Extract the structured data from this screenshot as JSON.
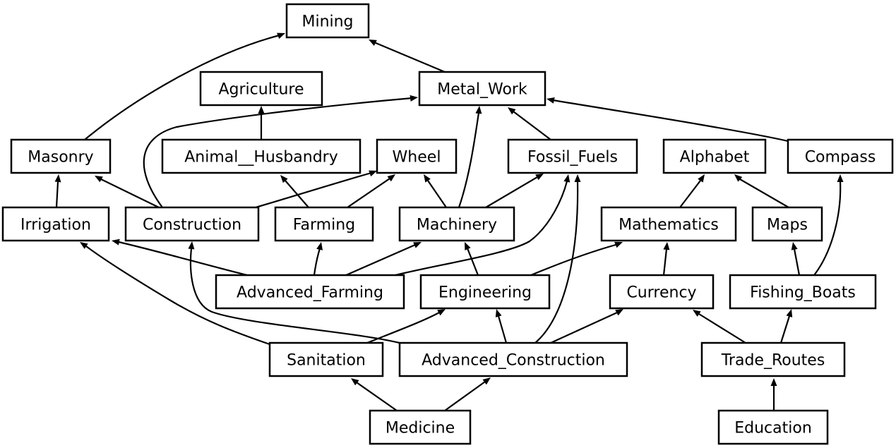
{
  "colors": {
    "stroke": "#000000",
    "background": "#ffffff"
  },
  "nodes": [
    {
      "id": "Mining",
      "label": "Mining"
    },
    {
      "id": "Agriculture",
      "label": "Agriculture"
    },
    {
      "id": "Metal_Work",
      "label": "Metal_Work"
    },
    {
      "id": "Masonry",
      "label": "Masonry"
    },
    {
      "id": "Animal_Husbandry",
      "label": "Animal__Husbandry"
    },
    {
      "id": "Wheel",
      "label": "Wheel"
    },
    {
      "id": "Fossil_Fuels",
      "label": "Fossil_Fuels"
    },
    {
      "id": "Alphabet",
      "label": "Alphabet"
    },
    {
      "id": "Compass",
      "label": "Compass"
    },
    {
      "id": "Irrigation",
      "label": "Irrigation"
    },
    {
      "id": "Construction",
      "label": "Construction"
    },
    {
      "id": "Farming",
      "label": "Farming"
    },
    {
      "id": "Machinery",
      "label": "Machinery"
    },
    {
      "id": "Mathematics",
      "label": "Mathematics"
    },
    {
      "id": "Maps",
      "label": "Maps"
    },
    {
      "id": "Advanced_Farming",
      "label": "Advanced_Farming"
    },
    {
      "id": "Engineering",
      "label": "Engineering"
    },
    {
      "id": "Currency",
      "label": "Currency"
    },
    {
      "id": "Fishing_Boats",
      "label": "Fishing_Boats"
    },
    {
      "id": "Sanitation",
      "label": "Sanitation"
    },
    {
      "id": "Advanced_Construction",
      "label": "Advanced_Construction"
    },
    {
      "id": "Trade_Routes",
      "label": "Trade_Routes"
    },
    {
      "id": "Medicine",
      "label": "Medicine"
    },
    {
      "id": "Education",
      "label": "Education"
    }
  ],
  "edges": [
    {
      "from": "Masonry",
      "to": "Mining"
    },
    {
      "from": "Metal_Work",
      "to": "Mining"
    },
    {
      "from": "Animal_Husbandry",
      "to": "Agriculture"
    },
    {
      "from": "Construction",
      "to": "Metal_Work"
    },
    {
      "from": "Machinery",
      "to": "Metal_Work"
    },
    {
      "from": "Fossil_Fuels",
      "to": "Metal_Work"
    },
    {
      "from": "Compass",
      "to": "Metal_Work"
    },
    {
      "from": "Irrigation",
      "to": "Masonry"
    },
    {
      "from": "Construction",
      "to": "Masonry"
    },
    {
      "from": "Construction",
      "to": "Wheel"
    },
    {
      "from": "Farming",
      "to": "Animal_Husbandry"
    },
    {
      "from": "Farming",
      "to": "Wheel"
    },
    {
      "from": "Machinery",
      "to": "Wheel"
    },
    {
      "from": "Machinery",
      "to": "Fossil_Fuels"
    },
    {
      "from": "Mathematics",
      "to": "Alphabet"
    },
    {
      "from": "Maps",
      "to": "Alphabet"
    },
    {
      "from": "Advanced_Farming",
      "to": "Construction"
    },
    {
      "from": "Advanced_Farming",
      "to": "Farming"
    },
    {
      "from": "Advanced_Farming",
      "to": "Machinery"
    },
    {
      "from": "Advanced_Farming",
      "to": "Fossil_Fuels"
    },
    {
      "from": "Engineering",
      "to": "Machinery"
    },
    {
      "from": "Engineering",
      "to": "Mathematics"
    },
    {
      "from": "Currency",
      "to": "Mathematics"
    },
    {
      "from": "Fishing_Boats",
      "to": "Maps"
    },
    {
      "from": "Fishing_Boats",
      "to": "Compass"
    },
    {
      "from": "Sanitation",
      "to": "Irrigation"
    },
    {
      "from": "Sanitation",
      "to": "Engineering"
    },
    {
      "from": "Advanced_Construction",
      "to": "Construction"
    },
    {
      "from": "Advanced_Construction",
      "to": "Engineering"
    },
    {
      "from": "Advanced_Construction",
      "to": "Fossil_Fuels"
    },
    {
      "from": "Advanced_Construction",
      "to": "Currency"
    },
    {
      "from": "Trade_Routes",
      "to": "Currency"
    },
    {
      "from": "Trade_Routes",
      "to": "Fishing_Boats"
    },
    {
      "from": "Medicine",
      "to": "Sanitation"
    },
    {
      "from": "Medicine",
      "to": "Advanced_Construction"
    },
    {
      "from": "Education",
      "to": "Trade_Routes"
    }
  ]
}
